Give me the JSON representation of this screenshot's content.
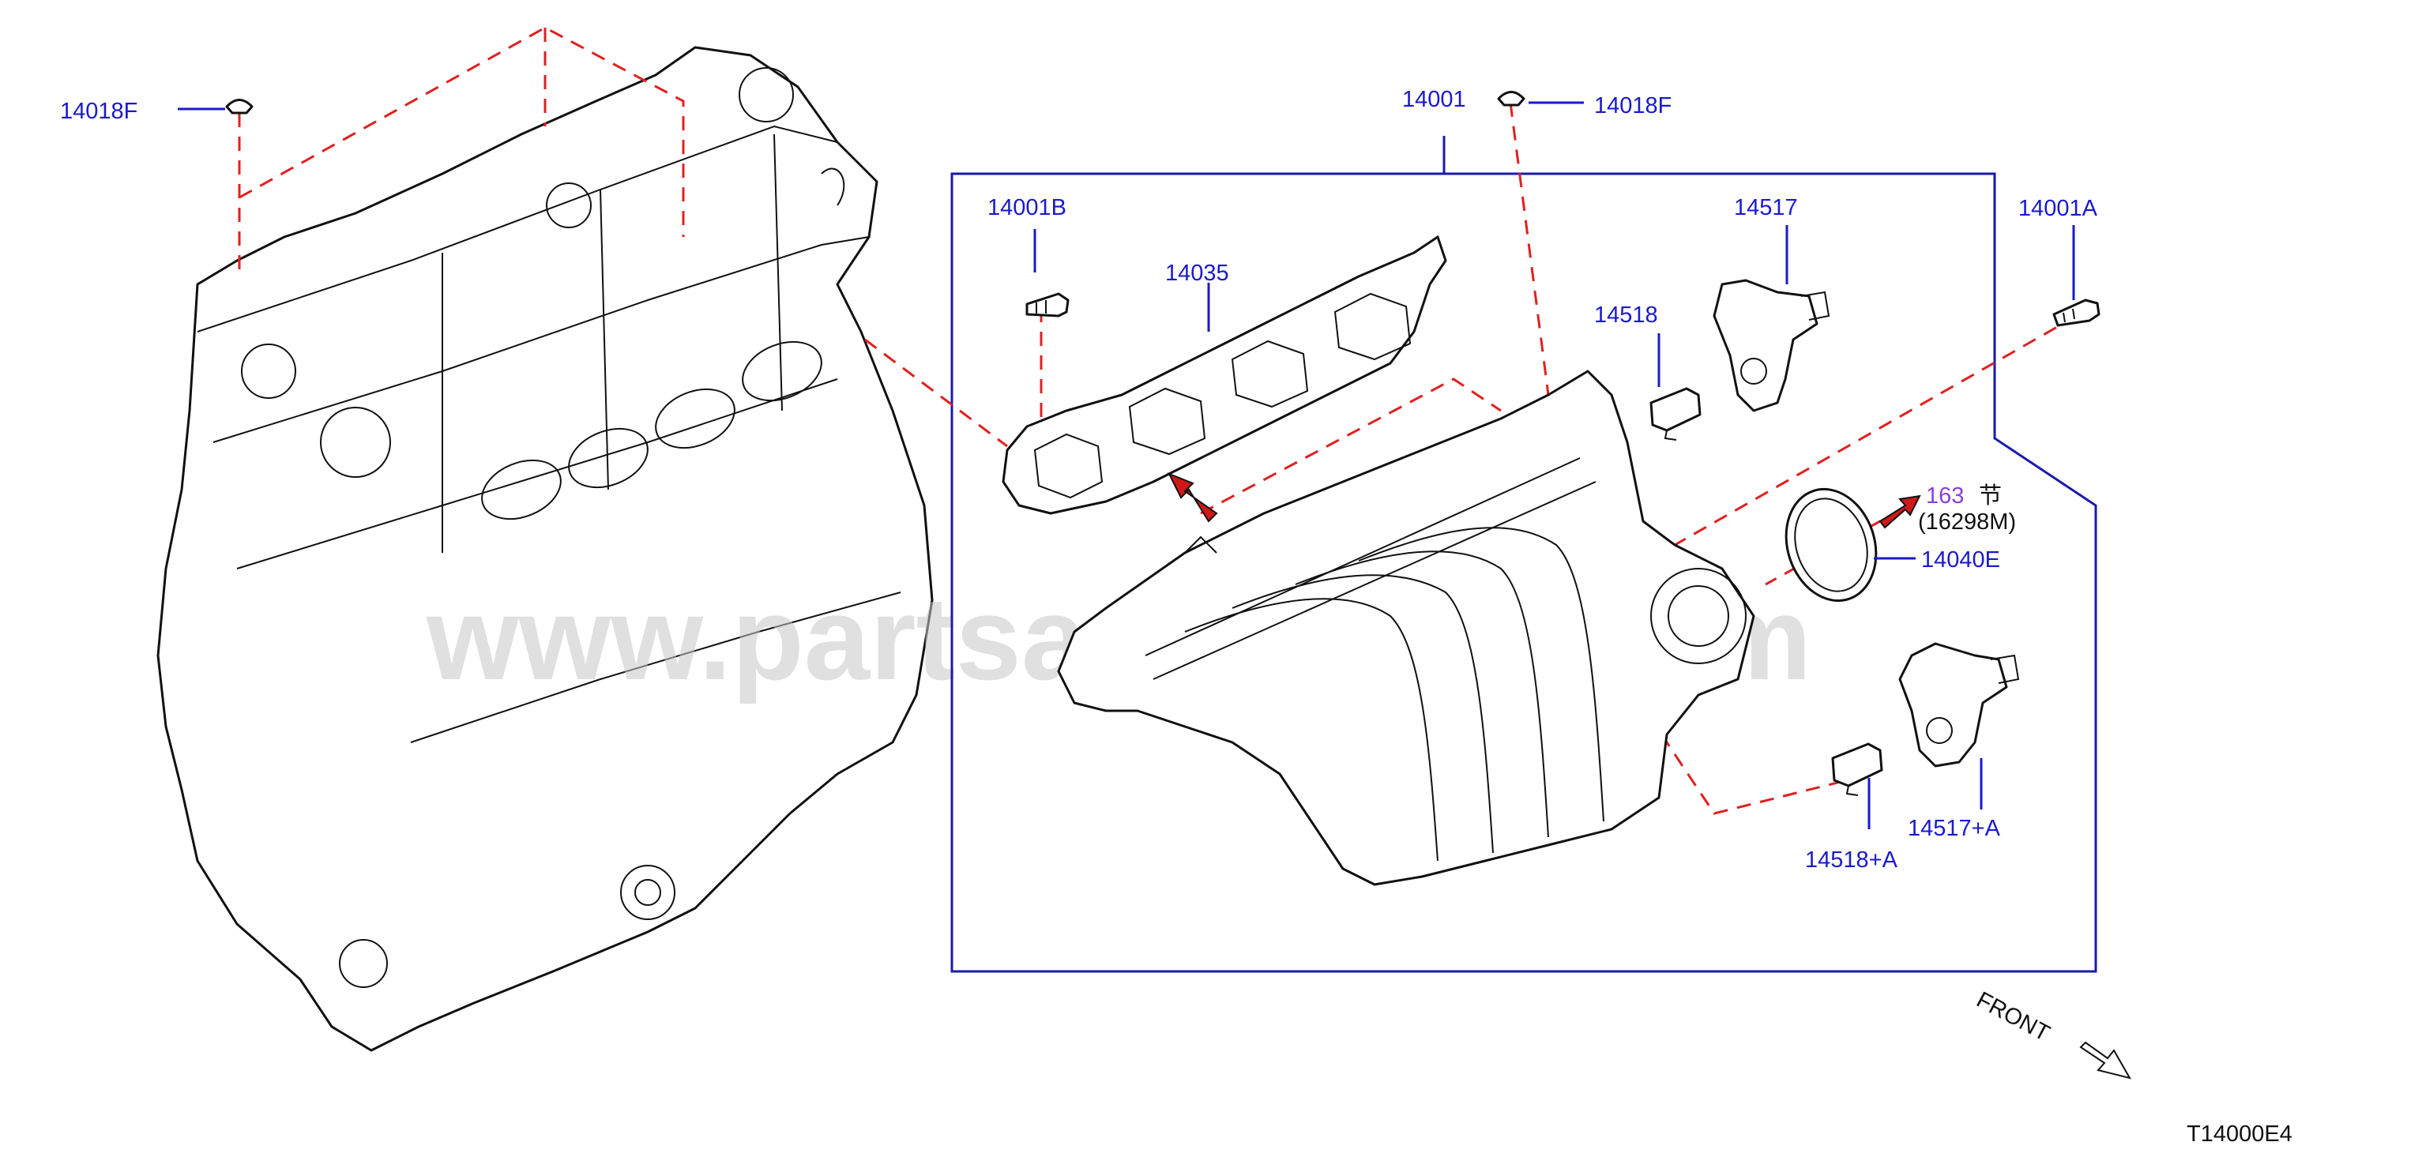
{
  "callouts": {
    "p14018f_left": "14018F",
    "p14018f_right": "14018F",
    "p14001": "14001",
    "p14001b": "14001B",
    "p14035": "14035",
    "p14518": "14518",
    "p14517": "14517",
    "p14001a": "14001A",
    "ref_163": "163",
    "ref_symbol": "节",
    "ref_16298m": "(16298M)",
    "p14040e": "14040E",
    "p14517a": "14517+A",
    "p14518a": "14518+A"
  },
  "front_label": "FRONT",
  "diagram_code": "T14000E4",
  "watermark": "www.partsassistant.com",
  "colors": {
    "callout": "#1a1acc",
    "reference": "#8a3fd6",
    "dashed_leader": "#e02020",
    "arrow_fill": "#d01818"
  }
}
